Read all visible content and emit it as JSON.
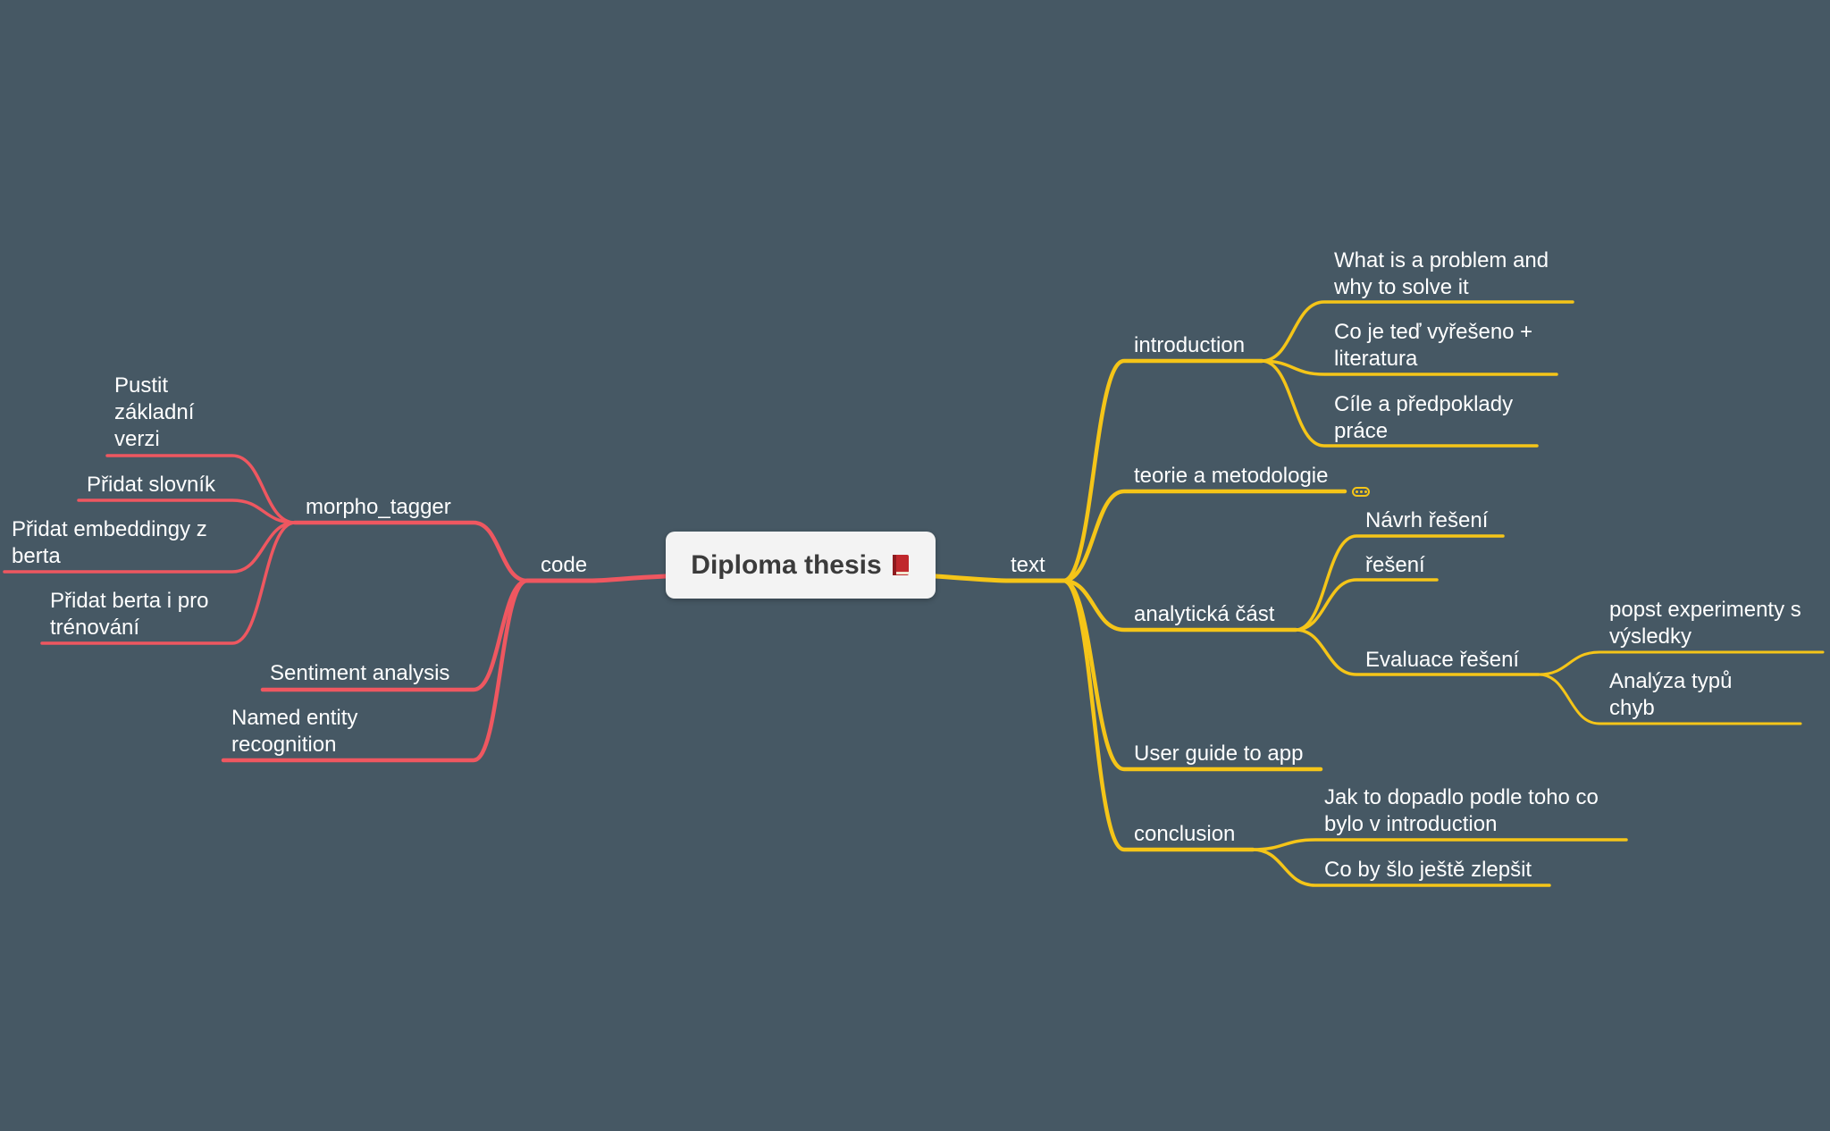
{
  "root": {
    "title": "Diploma thesis",
    "icon": "closed-book-icon"
  },
  "colors": {
    "background": "#465864",
    "left_branch": "#ef5760",
    "right_branch": "#f5c518",
    "root_box": "#f3f3f3"
  },
  "branches": {
    "code": {
      "label": "code",
      "children": {
        "morpho_tagger": {
          "label": "morpho_tagger",
          "children": {
            "pustit": "Pustit\nzákladní\nverzi",
            "slovnik": "Přidat slovník",
            "embeddingy": "Přidat embeddingy z\nberta",
            "berta": "Přidat berta i pro\ntrénování"
          }
        },
        "sentiment": "Sentiment analysis",
        "ner": "Named entity\nrecognition"
      }
    },
    "text": {
      "label": "text",
      "children": {
        "introduction": {
          "label": "introduction",
          "children": {
            "problem": "What is a problem and\nwhy to solve it",
            "vyreseno": "Co je teď vyřešeno +\nliteratura",
            "cile": "Cíle a předpoklady\npráce"
          }
        },
        "teorie": {
          "label": "teorie a metodologie",
          "collapsed": true
        },
        "analyticka": {
          "label": "analytická část",
          "children": {
            "navrh": "Návrh řešení",
            "reseni": "řešení",
            "evaluace": {
              "label": "Evaluace řešení",
              "children": {
                "popst": "popst experimenty s\nvýsledky",
                "analyza": "Analýza typů\nchyb"
              }
            }
          }
        },
        "user_guide": "User guide to app",
        "conclusion": {
          "label": "conclusion",
          "children": {
            "jak": "Jak to dopadlo podle toho co\nbylo v introduction",
            "zlepsit": "Co by šlo ještě zlepšit"
          }
        }
      }
    }
  }
}
